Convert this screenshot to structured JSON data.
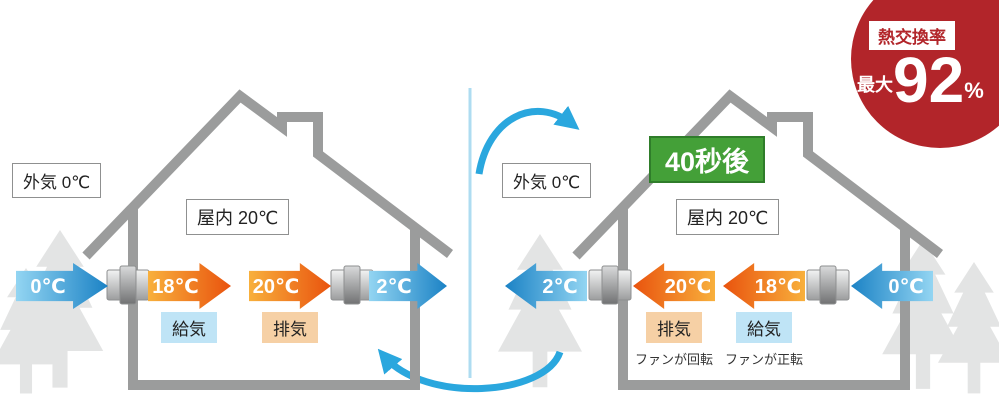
{
  "badge": {
    "title": "熱交換率",
    "prefix": "最大",
    "value": "92",
    "unit": "%"
  },
  "left_house": {
    "outside_label": "外気 0℃",
    "inside_label": "屋内 20℃",
    "intake_temp": "0℃",
    "supply_temp": "18℃",
    "supply_tag": "給気",
    "exhaust_temp": "20℃",
    "exhaust_tag": "排気",
    "outflow_temp": "2℃"
  },
  "right_house": {
    "time_label": "40秒後",
    "outside_label": "外気 0℃",
    "inside_label": "屋内 20℃",
    "outflow_temp": "2℃",
    "exhaust_temp": "20℃",
    "exhaust_tag": "排気",
    "exhaust_note": "ファンが回転",
    "supply_temp": "18℃",
    "supply_tag": "給気",
    "supply_note": "ファンが正転",
    "intake_temp": "0℃"
  },
  "colors": {
    "badge_red": "#b2252a",
    "time_label_green": "#44a038",
    "arrow_blue_light": "#93d5f2",
    "arrow_blue_dark": "#1b82c5",
    "arrow_orange_light": "#f8b03c",
    "arrow_orange_dark": "#e9530e",
    "supply_tag_bg": "#bfe4f6",
    "exhaust_tag_bg": "#f6d0a5",
    "house_outline_gray": "#9b9c9c",
    "tree_gray": "#e3e4e4",
    "cycle_arrow_blue": "#2aa7de",
    "divider_blue": "#aedcf1"
  }
}
